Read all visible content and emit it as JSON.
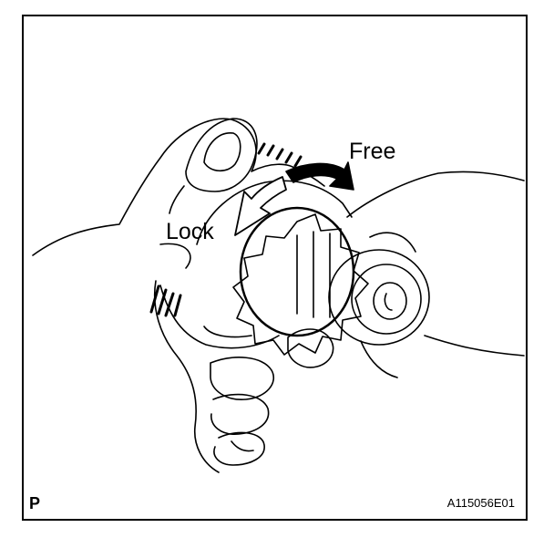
{
  "labels": {
    "free": "Free",
    "lock": "Lock",
    "corner": "P",
    "figure_code": "A115056E01"
  }
}
